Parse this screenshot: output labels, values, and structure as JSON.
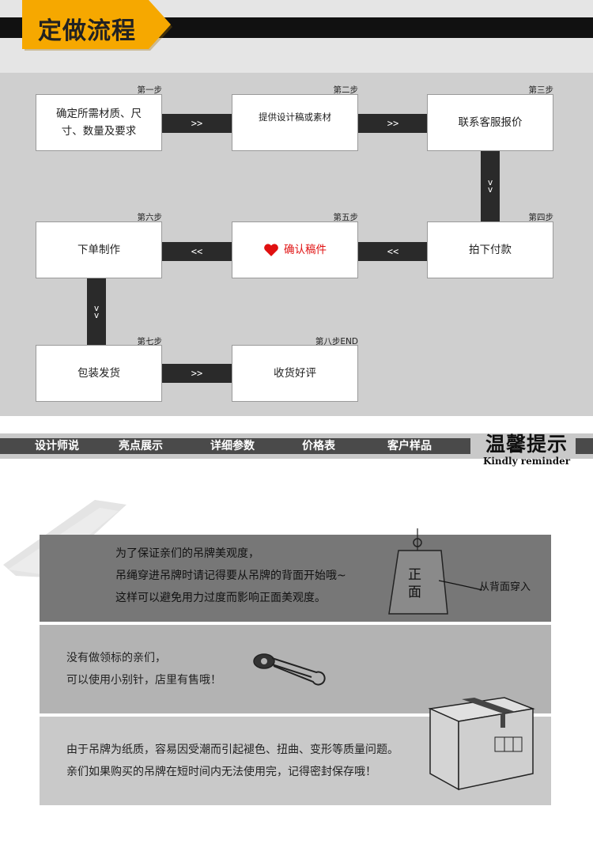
{
  "header": {
    "title": "定做流程"
  },
  "flow": {
    "steps": [
      {
        "label": "第一步",
        "text": "确定所需材质、尺寸、数量及要求"
      },
      {
        "label": "第二步",
        "text": "提供设计稿或素材"
      },
      {
        "label": "第三步",
        "text": "联系客服报价"
      },
      {
        "label": "第四步",
        "text": "拍下付款"
      },
      {
        "label": "第五步",
        "text": "确认稿件"
      },
      {
        "label": "第六步",
        "text": "下单制作"
      },
      {
        "label": "第七步",
        "text": "包装发货"
      },
      {
        "label": "第八步END",
        "text": "收货好评"
      }
    ],
    "arrows": {
      "right": ">>",
      "left": "<<",
      "down": "v\nv"
    }
  },
  "nav": {
    "items": [
      "设计师说",
      "亮点展示",
      "详细参数",
      "价格表",
      "客户样品"
    ],
    "kindly_cn": "温馨提示",
    "kindly_en": "Kindly reminder"
  },
  "tips": {
    "tip1": {
      "lines": [
        "为了保证亲们的吊牌美观度，",
        "吊绳穿进吊牌时请记得要从吊牌的背面开始哦~",
        "这样可以避免用力过度而影响正面美观度。"
      ],
      "tag_front_1": "正",
      "tag_front_2": "面",
      "tag_note": "从背面穿入"
    },
    "tip2": {
      "lines": [
        "没有做领标的亲们，",
        "可以使用小别针，店里有售哦！"
      ]
    },
    "tip3": {
      "lines": [
        "由于吊牌为纸质，容易因受潮而引起褪色、扭曲、变形等质量问题。",
        "亲们如果购买的吊牌在短时间内无法使用完，记得密封保存哦！"
      ]
    }
  },
  "colors": {
    "accent": "#f6a800",
    "dark": "#2a2a2a",
    "heart": "#e01010"
  }
}
